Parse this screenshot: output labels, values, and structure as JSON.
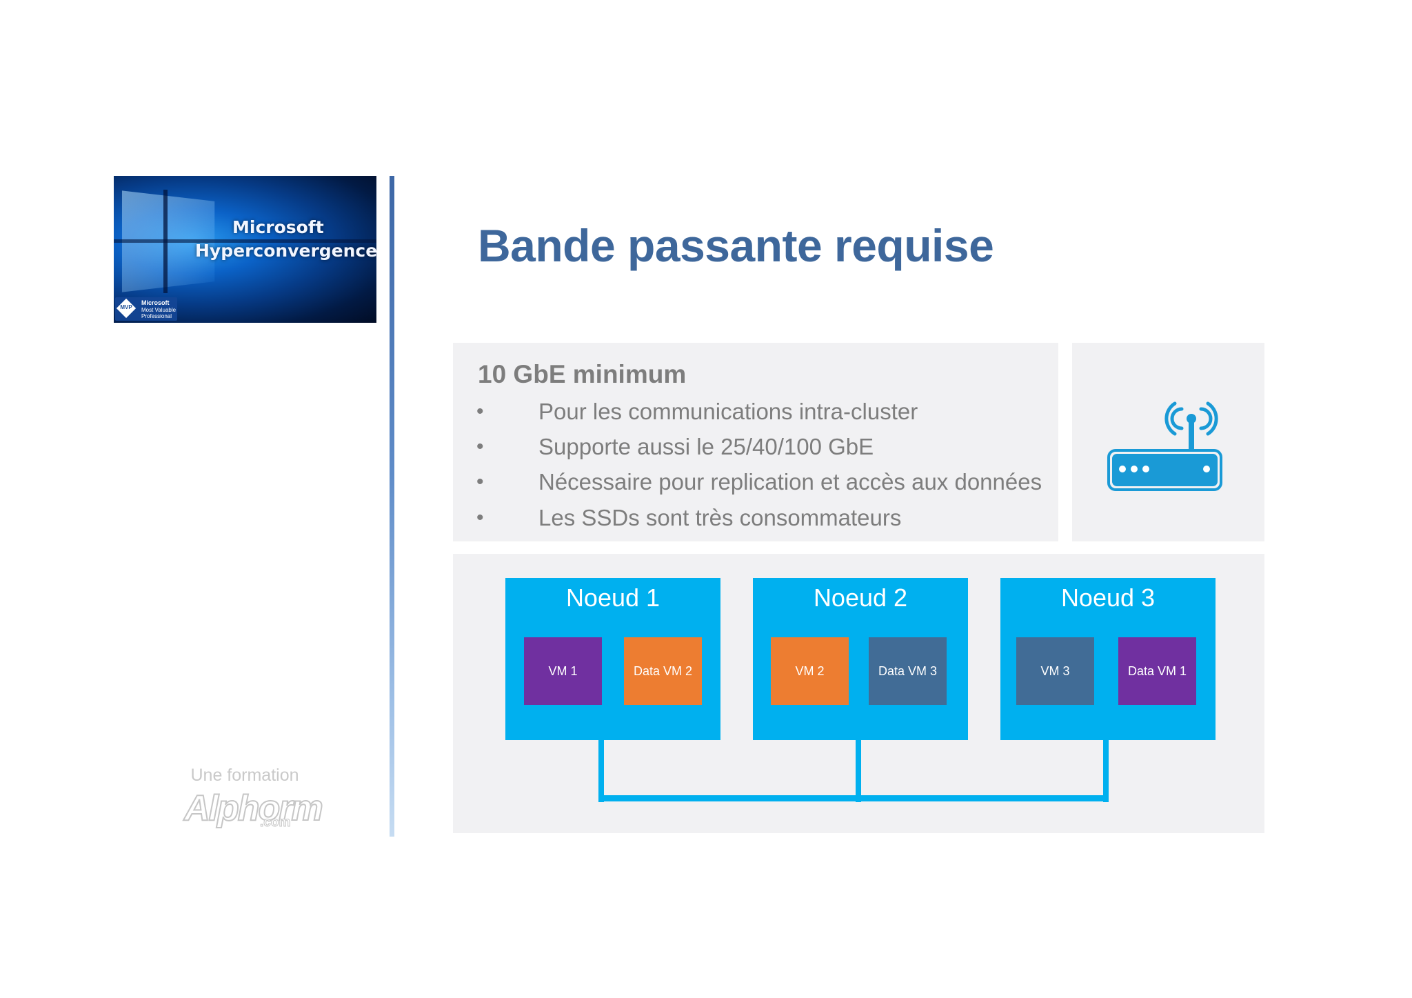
{
  "logo": {
    "line1": "Microsoft",
    "line2": "Hyperconvergence",
    "badge_mark": "MVP",
    "badge_line1": "Microsoft",
    "badge_line2": "Most Valuable",
    "badge_line3": "Professional"
  },
  "branding": {
    "prefix": "Une formation",
    "name": "Alphorm",
    "suffix": ".com"
  },
  "slide": {
    "title": "Bande passante requise"
  },
  "info": {
    "heading": "10 GbE minimum",
    "bullet_glyph": "•",
    "bullets": [
      "Pour les communications intra-cluster",
      "Supporte aussi le 25/40/100 GbE",
      "Nécessaire pour replication et accès aux données",
      "Les SSDs sont très consommateurs"
    ]
  },
  "router": {
    "icon": "wireless-router-icon",
    "color": "#1a9ad6"
  },
  "cluster": {
    "nodes": [
      {
        "title": "Noeud 1",
        "vms": [
          {
            "label": "VM 1",
            "color": "#7030a0"
          },
          {
            "label": "Data VM 2",
            "color": "#ed7d31"
          }
        ]
      },
      {
        "title": "Noeud 2",
        "vms": [
          {
            "label": "VM 2",
            "color": "#ed7d31"
          },
          {
            "label": "Data VM 3",
            "color": "#416c96"
          }
        ]
      },
      {
        "title": "Noeud 3",
        "vms": [
          {
            "label": "VM 3",
            "color": "#416c96"
          },
          {
            "label": "Data VM 1",
            "color": "#7030a0"
          }
        ]
      }
    ],
    "node_color": "#00b0ef"
  },
  "colors": {
    "title": "#3e679b",
    "body_text": "#7d7d7d",
    "panel_bg": "#f1f1f3"
  }
}
